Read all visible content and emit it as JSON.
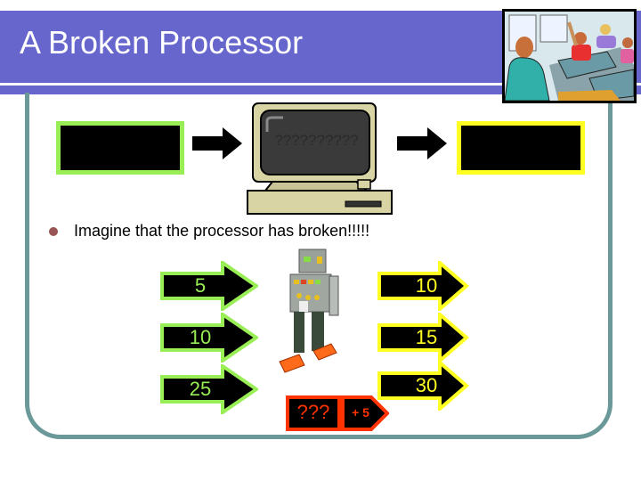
{
  "slide": {
    "title": "A Broken Processor",
    "colors": {
      "title_band": "#6666cc",
      "frame": "#6b9999",
      "input_border": "#99ee55",
      "output_border": "#ffff22",
      "robot_tag": "#ff3300",
      "bullet": "#995555"
    }
  },
  "diagram": {
    "input_box_label": "",
    "processor_text": "??????????",
    "output_box_label": ""
  },
  "bullets": [
    {
      "text": "Imagine that the processor has broken!!!!!"
    }
  ],
  "inputs": [
    {
      "value": "5"
    },
    {
      "value": "10"
    },
    {
      "value": "25"
    }
  ],
  "outputs": [
    {
      "value": "10"
    },
    {
      "value": "15"
    },
    {
      "value": "30"
    }
  ],
  "robot_tag": {
    "unknown": "???",
    "rule": "+ 5"
  }
}
